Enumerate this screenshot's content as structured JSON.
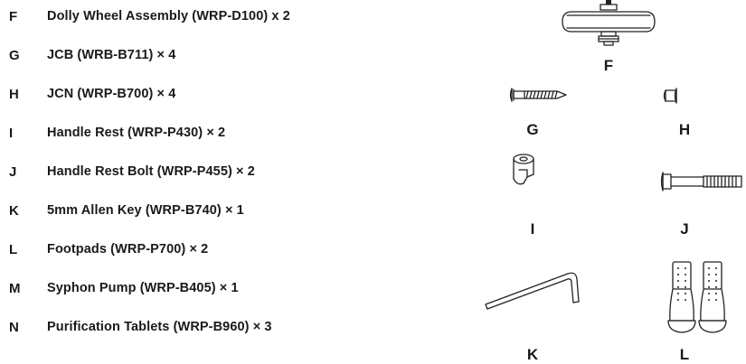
{
  "parts": [
    {
      "letter": "F",
      "description": "Dolly Wheel Assembly (WRP-D100) x 2"
    },
    {
      "letter": "G",
      "description": "JCB (WRB-B711) × 4"
    },
    {
      "letter": "H",
      "description": "JCN (WRP-B700) × 4"
    },
    {
      "letter": "I",
      "description": "Handle Rest (WRP-P430) × 2"
    },
    {
      "letter": "J",
      "description": "Handle Rest Bolt (WRP-P455) × 2"
    },
    {
      "letter": "K",
      "description": "5mm Allen Key (WRP-B740) × 1"
    },
    {
      "letter": "L",
      "description": "Footpads (WRP-P700) × 2"
    },
    {
      "letter": "M",
      "description": "Syphon Pump (WRP-B405) × 1"
    },
    {
      "letter": "N",
      "description": "Purification Tablets (WRP-B960) × 3"
    }
  ],
  "figures": {
    "F": "F",
    "G": "G",
    "H": "H",
    "I": "I",
    "J": "J",
    "K": "K",
    "L": "L"
  }
}
